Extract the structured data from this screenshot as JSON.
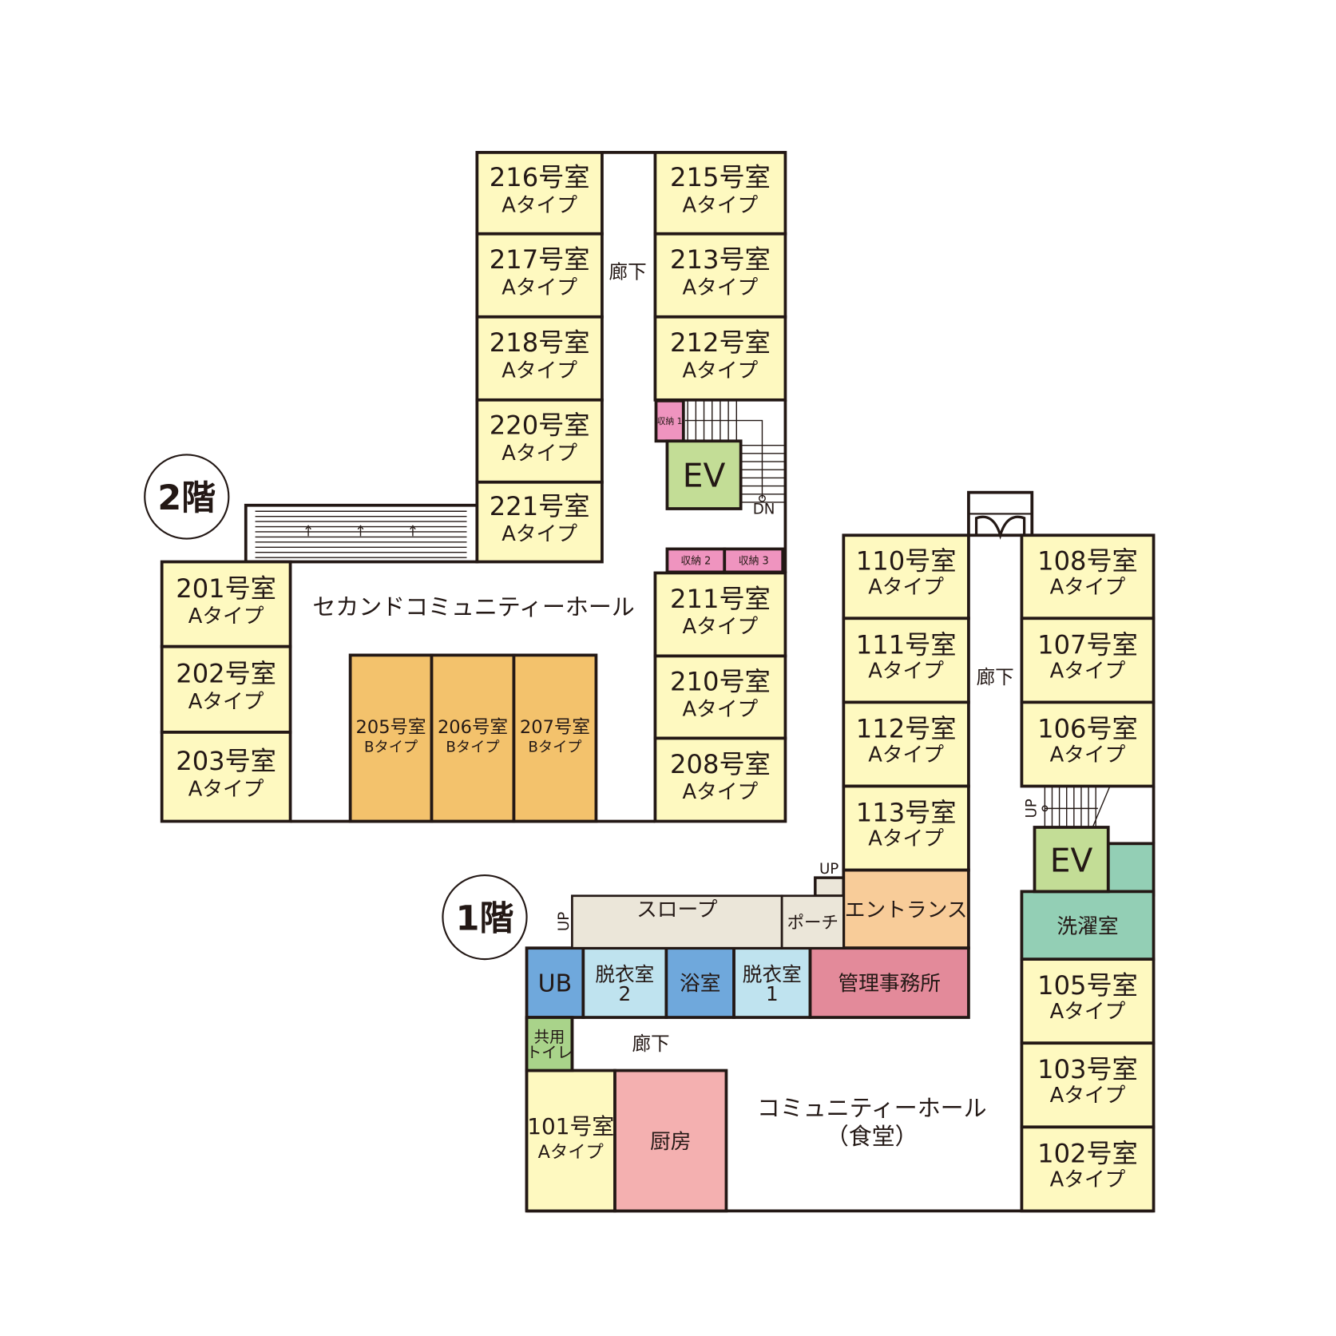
{
  "colors": {
    "wall": "#231815",
    "room_a": "#fef9c0",
    "room_b": "#f3c26c",
    "storage": "#ef94bf",
    "ev": "#c3dd96",
    "ub": "#6fa8dc",
    "dressing": "#bfe3ef",
    "laundry": "#93cfb5",
    "office": "#e38a9a",
    "kitchen": "#f4b0b0",
    "entrance": "#f8cc99",
    "slope": "#ebe6d9",
    "toilet": "#a9d38a"
  },
  "floor2": {
    "label": "2階",
    "hall": "セカンドコミュニティーホール",
    "corridor": "廊下",
    "stair_dn": "DN",
    "rooms": [
      {
        "id": "216",
        "name": "216号室",
        "type": "Aタイプ"
      },
      {
        "id": "217",
        "name": "217号室",
        "type": "Aタイプ"
      },
      {
        "id": "218",
        "name": "218号室",
        "type": "Aタイプ"
      },
      {
        "id": "220",
        "name": "220号室",
        "type": "Aタイプ"
      },
      {
        "id": "221",
        "name": "221号室",
        "type": "Aタイプ"
      },
      {
        "id": "215",
        "name": "215号室",
        "type": "Aタイプ"
      },
      {
        "id": "213",
        "name": "213号室",
        "type": "Aタイプ"
      },
      {
        "id": "212",
        "name": "212号室",
        "type": "Aタイプ"
      },
      {
        "id": "211",
        "name": "211号室",
        "type": "Aタイプ"
      },
      {
        "id": "210",
        "name": "210号室",
        "type": "Aタイプ"
      },
      {
        "id": "208",
        "name": "208号室",
        "type": "Aタイプ"
      },
      {
        "id": "201",
        "name": "201号室",
        "type": "Aタイプ"
      },
      {
        "id": "202",
        "name": "202号室",
        "type": "Aタイプ"
      },
      {
        "id": "203",
        "name": "203号室",
        "type": "Aタイプ"
      },
      {
        "id": "205",
        "name": "205号室",
        "type": "Bタイプ"
      },
      {
        "id": "206",
        "name": "206号室",
        "type": "Bタイプ"
      },
      {
        "id": "207",
        "name": "207号室",
        "type": "Bタイプ"
      }
    ],
    "facilities": [
      {
        "id": "storage1",
        "name": "収納 1"
      },
      {
        "id": "storage2",
        "name": "収納 2"
      },
      {
        "id": "storage3",
        "name": "収納 3"
      },
      {
        "id": "ev2",
        "name": "EV"
      }
    ]
  },
  "floor1": {
    "label": "1階",
    "hall": "コミュニティーホール",
    "hall_sub": "（食堂）",
    "corridor": "廊下",
    "corridor2": "廊下",
    "stair_up": "UP",
    "porch_up": "UP",
    "slope_up": "UP",
    "rooms": [
      {
        "id": "110",
        "name": "110号室",
        "type": "Aタイプ"
      },
      {
        "id": "111",
        "name": "111号室",
        "type": "Aタイプ"
      },
      {
        "id": "112",
        "name": "112号室",
        "type": "Aタイプ"
      },
      {
        "id": "113",
        "name": "113号室",
        "type": "Aタイプ"
      },
      {
        "id": "108",
        "name": "108号室",
        "type": "Aタイプ"
      },
      {
        "id": "107",
        "name": "107号室",
        "type": "Aタイプ"
      },
      {
        "id": "106",
        "name": "106号室",
        "type": "Aタイプ"
      },
      {
        "id": "105",
        "name": "105号室",
        "type": "Aタイプ"
      },
      {
        "id": "103",
        "name": "103号室",
        "type": "Aタイプ"
      },
      {
        "id": "102",
        "name": "102号室",
        "type": "Aタイプ"
      },
      {
        "id": "101",
        "name": "101号室",
        "type": "Aタイプ"
      }
    ],
    "facilities": [
      {
        "id": "entrance",
        "name": "エントランス"
      },
      {
        "id": "ev1",
        "name": "EV"
      },
      {
        "id": "laundry",
        "name": "洗濯室"
      },
      {
        "id": "ub",
        "name": "UB"
      },
      {
        "id": "dressing2",
        "name": "脱衣室",
        "sub": "2"
      },
      {
        "id": "bath",
        "name": "浴室"
      },
      {
        "id": "dressing1",
        "name": "脱衣室",
        "sub": "1"
      },
      {
        "id": "office",
        "name": "管理事務所"
      },
      {
        "id": "toilet",
        "name": "共用",
        "sub": "トイレ"
      },
      {
        "id": "kitchen",
        "name": "厨房"
      },
      {
        "id": "slope",
        "name": "スロープ"
      },
      {
        "id": "porch",
        "name": "ポーチ"
      }
    ]
  }
}
